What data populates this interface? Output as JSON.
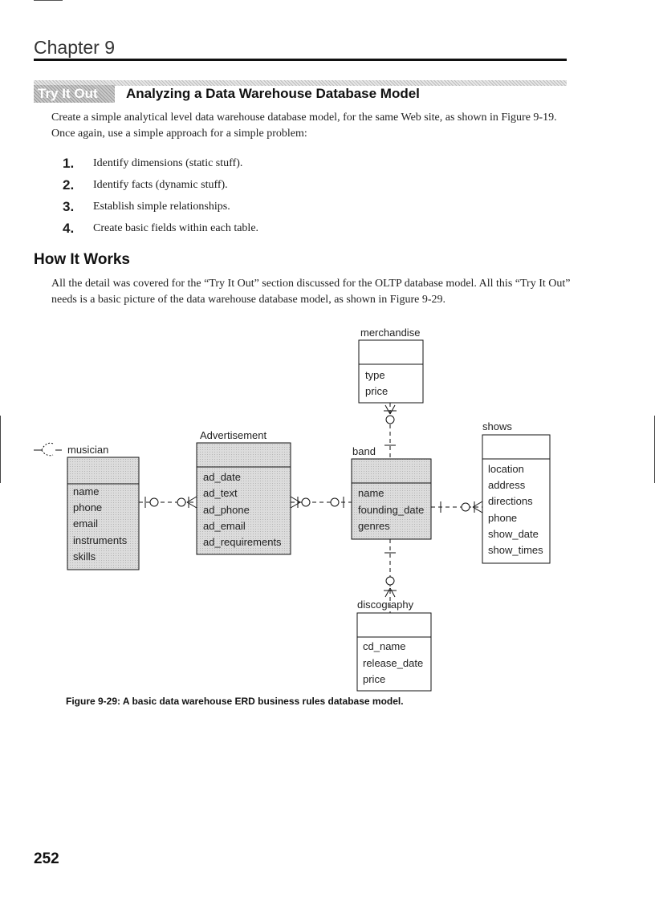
{
  "header": {
    "chapter": "Chapter 9"
  },
  "try_it_out": {
    "label": "Try It Out",
    "title": "Analyzing a Data Warehouse Database Model",
    "intro": "Create a simple analytical level data warehouse database model, for the same Web site, as shown in Figure 9-19. Once again, use a simple approach for a simple problem:",
    "steps": [
      {
        "num": "1.",
        "text": "Identify dimensions (static stuff)."
      },
      {
        "num": "2.",
        "text": "Identify facts (dynamic stuff)."
      },
      {
        "num": "3.",
        "text": "Establish simple relationships."
      },
      {
        "num": "4.",
        "text": "Create basic fields within each table."
      }
    ]
  },
  "how_it_works": {
    "heading": "How It Works",
    "text": "All the detail was covered for the “Try It Out” section discussed for the OLTP database model. All this “Try It Out” needs is a basic picture of the data warehouse database model, as shown in Figure 9-29."
  },
  "diagram": {
    "entities": {
      "merchandise": {
        "name": "merchandise",
        "fields": [
          "type",
          "price"
        ]
      },
      "shows": {
        "name": "shows",
        "fields": [
          "location",
          "address",
          "directions",
          "phone",
          "show_date",
          "show_times"
        ]
      },
      "musician": {
        "name": "musician",
        "fields": [
          "name",
          "phone",
          "email",
          "instruments",
          "skills"
        ]
      },
      "advertisement": {
        "name": "Advertisement",
        "fields": [
          "ad_date",
          "ad_text",
          "ad_phone",
          "ad_email",
          "ad_requirements"
        ]
      },
      "band": {
        "name": "band",
        "fields": [
          "name",
          "founding_date",
          "genres"
        ]
      },
      "discography": {
        "name": "discography",
        "fields": [
          "cd_name",
          "release_date",
          "price"
        ]
      }
    },
    "colors": {
      "fact_fill": "#d6d6d6",
      "dimension_fill": "#ffffff",
      "line": "#111111"
    }
  },
  "caption": "Figure 9-29: A basic data warehouse ERD business rules database model.",
  "footer": {
    "page_number": "252"
  }
}
